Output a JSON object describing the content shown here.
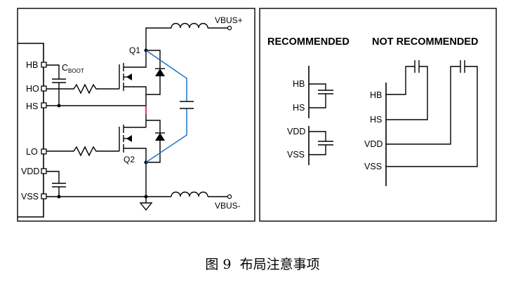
{
  "left_panel": {
    "pins": [
      "HB",
      "HO",
      "HS",
      "LO",
      "VDD",
      "VSS"
    ],
    "cboot_main": "C",
    "cboot_sub": "BOOT",
    "q1": "Q1",
    "q2": "Q2",
    "vbus_plus": "VBUS+",
    "vbus_minus": "VBUS-"
  },
  "right_panel": {
    "recommended_title": "RECOMMENDED",
    "not_recommended_title": "NOT RECOMMENDED",
    "rec_pins": [
      "HB",
      "HS",
      "VDD",
      "VSS"
    ],
    "notrec_pins": [
      "HB",
      "HS",
      "VDD",
      "VSS"
    ]
  },
  "caption": "图 9  布局注意事项"
}
